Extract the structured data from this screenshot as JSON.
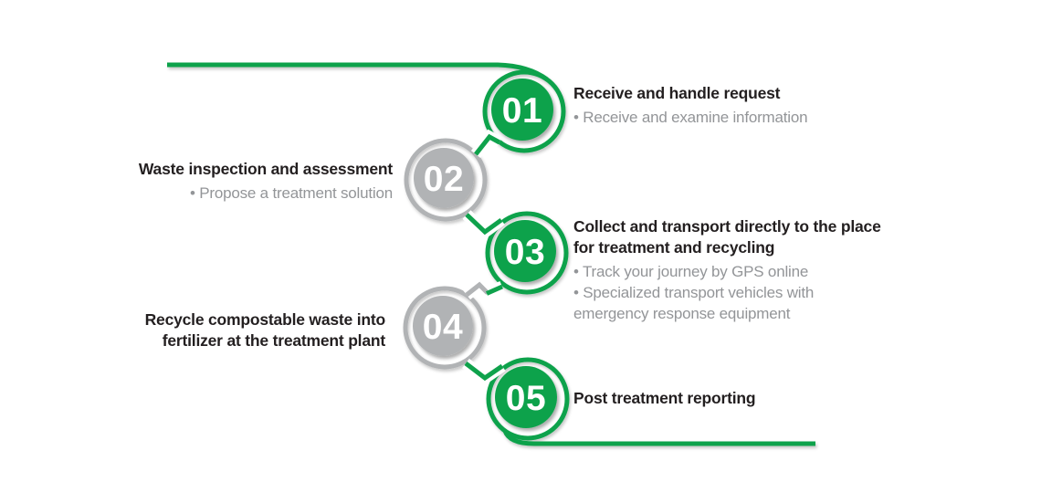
{
  "colors": {
    "green": "#0FA24C",
    "gray": "#B1B3B5",
    "heading": "#231F20",
    "bullet": "#939598",
    "number": "#FFFFFF"
  },
  "steps": [
    {
      "number": "01",
      "variant": "green",
      "title_lines": [
        "Receive and handle request"
      ],
      "bullet_lines": [
        "• Receive and examine information"
      ]
    },
    {
      "number": "02",
      "variant": "gray",
      "title_lines": [
        "Waste inspection and assessment"
      ],
      "bullet_lines": [
        "• Propose a treatment solution"
      ]
    },
    {
      "number": "03",
      "variant": "green",
      "title_lines": [
        "Collect and transport directly to the place",
        "for treatment and recycling"
      ],
      "bullet_lines": [
        "• Track your journey by GPS online",
        "• Specialized transport vehicles with",
        "emergency response equipment"
      ]
    },
    {
      "number": "04",
      "variant": "gray",
      "title_lines": [
        "Recycle compostable waste into",
        "fertilizer at the treatment plant"
      ],
      "bullet_lines": []
    },
    {
      "number": "05",
      "variant": "green",
      "title_lines": [
        "Post treatment reporting"
      ],
      "bullet_lines": []
    }
  ]
}
